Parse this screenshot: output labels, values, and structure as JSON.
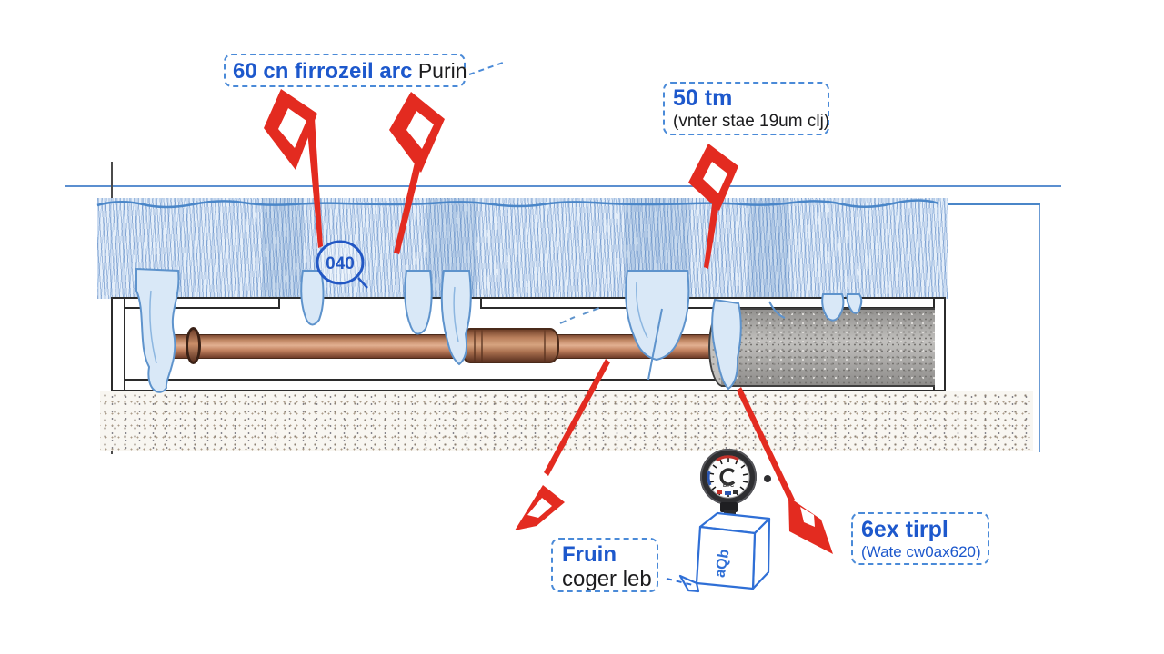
{
  "labels": {
    "frozen_pipe": {
      "highlight": "60 cn firrozeil arc",
      "rest": " Purin"
    },
    "depth": {
      "title": "50 tm",
      "subtitle": "(vnter stae 19um clj)"
    },
    "circled_value": "040",
    "meter": {
      "title": "Fruin",
      "subtitle": "coger leb"
    },
    "hex": {
      "title": "6ex tirpl",
      "subtitle": "(Wate cw0ax620)"
    }
  },
  "gauge": {
    "dial_text": "BTC",
    "box_text": "aQb"
  },
  "colors": {
    "label_blue": "#1d58cc",
    "dash_blue": "#4a8ad8",
    "arrow_red": "#e32b20",
    "ice_stroke": "#5e93cc",
    "copper": "#b5775a",
    "frame_black": "#2b2b2b",
    "sleeve_grey": "#b3b1ae"
  }
}
